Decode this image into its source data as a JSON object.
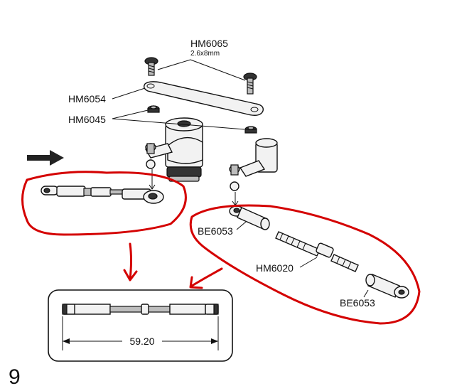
{
  "step_number": "9",
  "callouts": {
    "screw": "HM6065",
    "screw_size": "2.6x8mm",
    "link_plate": "HM6054",
    "spacer": "HM6045",
    "rod_end_top": "BE6053",
    "turnbuckle": "HM6020",
    "rod_end_bottom": "BE6053"
  },
  "dimension": "59.20",
  "colors": {
    "ink": "#111111",
    "annotation_red": "#d40000"
  }
}
